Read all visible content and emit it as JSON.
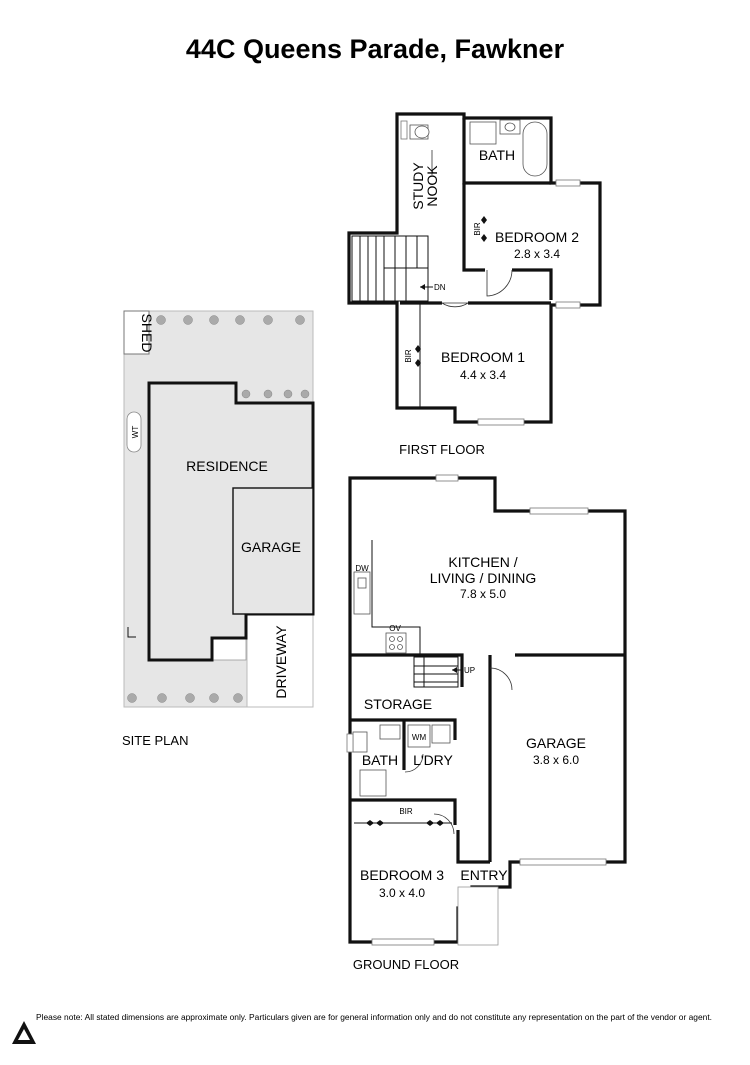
{
  "title": "44C Queens Parade, Fawkner",
  "first_floor": {
    "label": "FIRST FLOOR",
    "rooms": {
      "bath": "BATH",
      "study_nook": "STUDY NOOK",
      "bedroom2": {
        "name": "BEDROOM 2",
        "dims": "2.8 x 3.4"
      },
      "bedroom1": {
        "name": "BEDROOM 1",
        "dims": "4.4 x 3.4"
      }
    },
    "marks": {
      "bir_bed2": "BIR",
      "bir_bed1": "BIR",
      "stair_dn": "DN"
    }
  },
  "site_plan": {
    "label": "SITE PLAN",
    "areas": {
      "shed": "SHED",
      "wt": "WT",
      "residence": "RESIDENCE",
      "garage": "GARAGE",
      "driveway": "DRIVEWAY"
    }
  },
  "ground_floor": {
    "label": "GROUND FLOOR",
    "rooms": {
      "kitchen": {
        "name_line1": "KITCHEN /",
        "name_line2": "LIVING / DINING",
        "dims": "7.8 x 5.0"
      },
      "storage": "STORAGE",
      "bath": "BATH",
      "laundry": "L'DRY",
      "garage": {
        "name": "GARAGE",
        "dims": "3.8 x 6.0"
      },
      "bedroom3": {
        "name": "BEDROOM 3",
        "dims": "3.0 x 4.0"
      },
      "entry": "ENTRY"
    },
    "marks": {
      "dw": "DW",
      "ov": "OV",
      "stair_up": "UP",
      "wm": "WM",
      "bir": "BIR"
    }
  },
  "disclaimer": "Please note: All stated dimensions are approximate only. Particulars given are for general information only and do not constitute any representation on the part of the vendor or agent.",
  "logo_icon": "stylised-triangle-logo-icon"
}
